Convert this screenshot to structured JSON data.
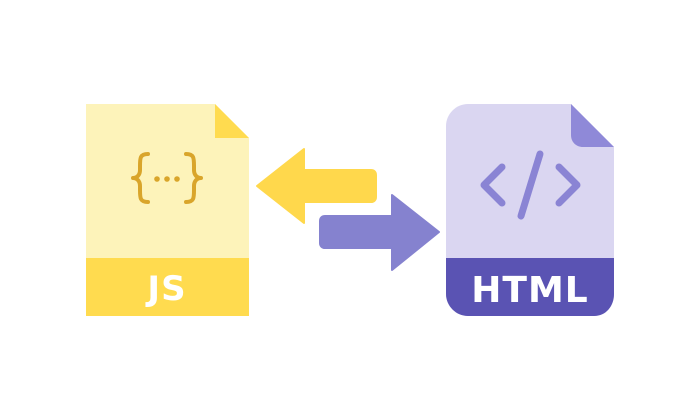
{
  "js_file": {
    "label": "JS",
    "icon": "curly-braces-ellipsis-icon",
    "colors": {
      "body": "#FDF3BA",
      "fold": "#FFDB4F",
      "band": "#FFDB4F",
      "label": "#FFFFFF",
      "icon": "#D9A52B"
    }
  },
  "html_file": {
    "label": "HTML",
    "icon": "code-brackets-icon",
    "colors": {
      "body": "#DAD6F1",
      "fold": "#8F89D8",
      "band": "#5A53B3",
      "label": "#FFFFFF",
      "icon": "#8A84D4"
    }
  },
  "arrows": {
    "left": {
      "direction": "left",
      "color": "#FFD84C",
      "icon": "arrow-left-icon"
    },
    "right": {
      "direction": "right",
      "color": "#8582CF",
      "icon": "arrow-right-icon"
    }
  }
}
